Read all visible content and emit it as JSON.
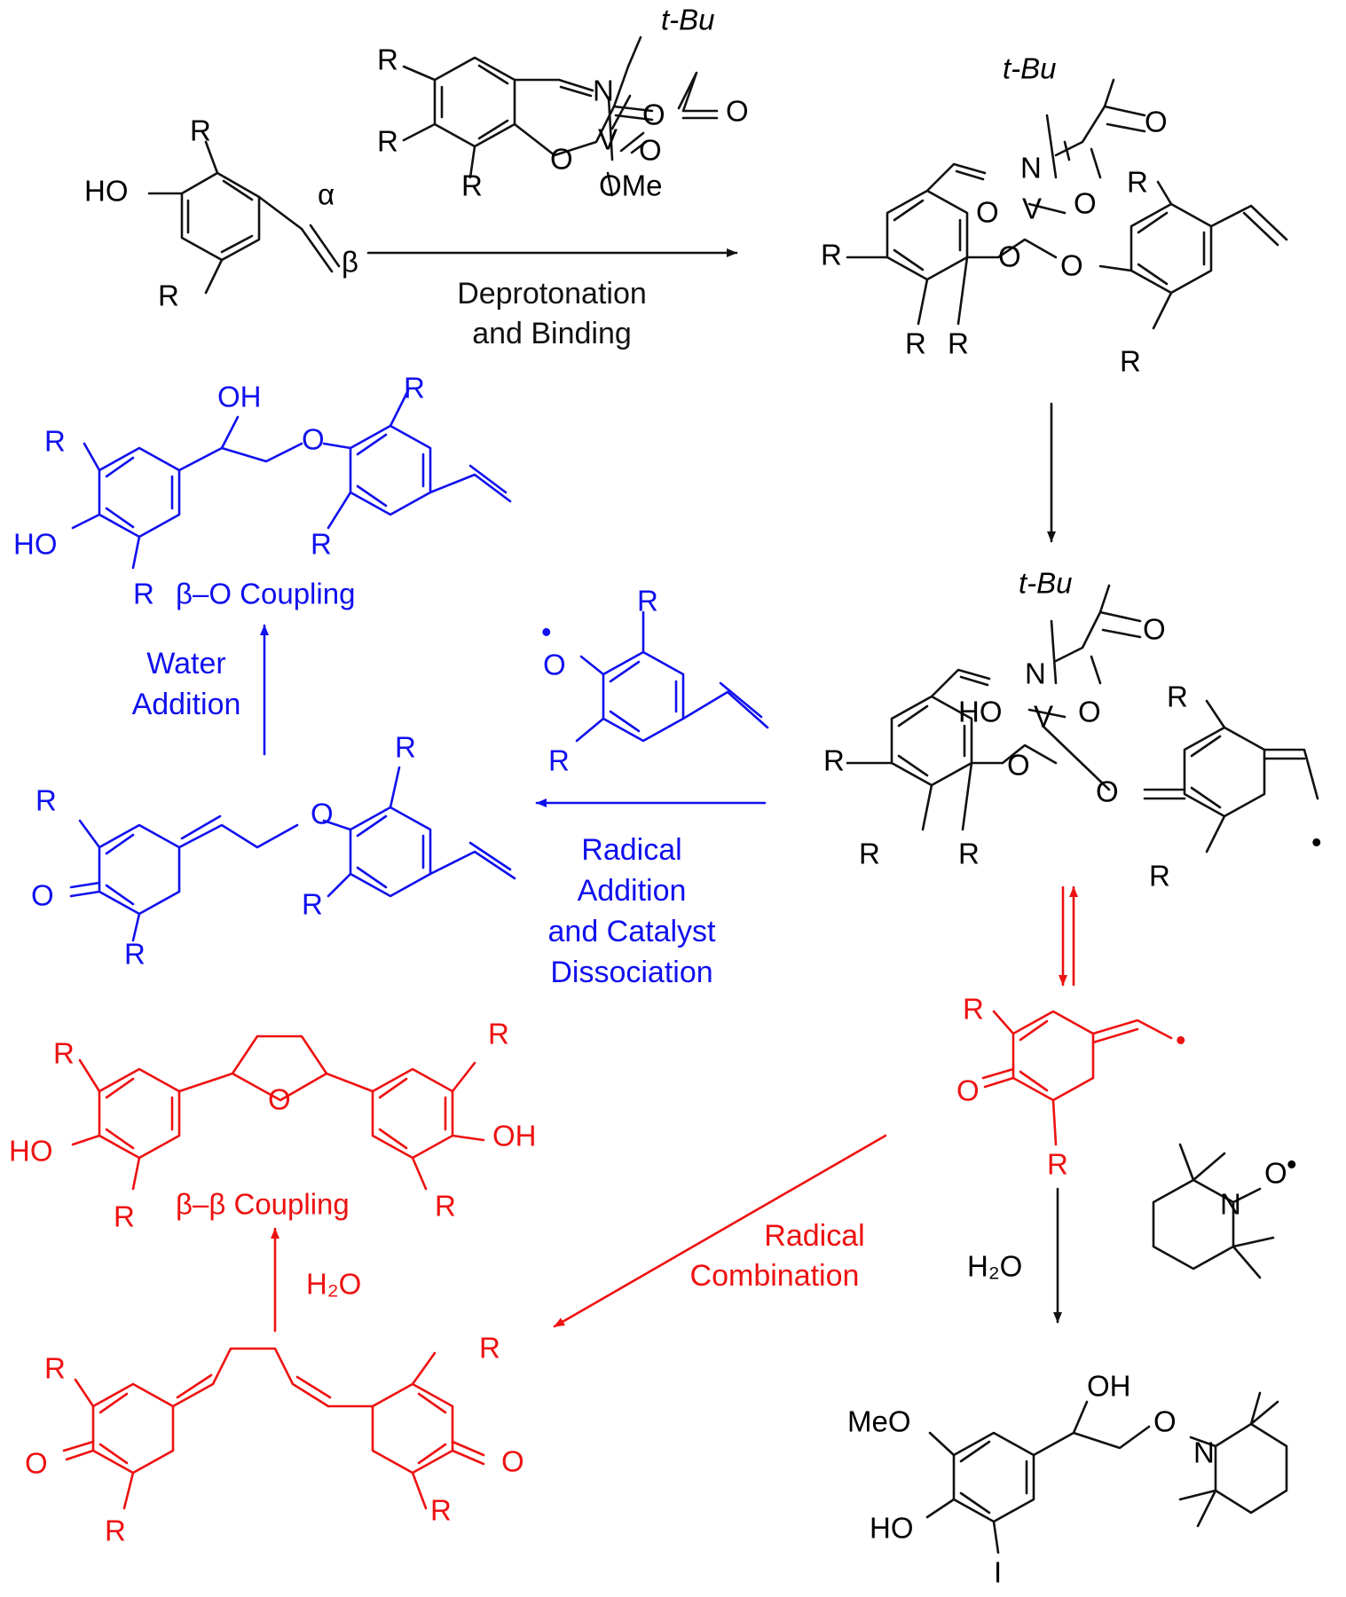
{
  "colors": {
    "black": "#111111",
    "blue": "#1010ee",
    "red": "#ee1111"
  },
  "labels": {
    "greek_alpha": "α",
    "greek_beta": "β",
    "R": "R",
    "HO": "HO",
    "OH": "OH",
    "O": "O",
    "N": "N",
    "V": "V",
    "I": "I",
    "OMe": "OMe",
    "MeO": "MeO",
    "HO_V": "HO",
    "tBu": "t-Bu",
    "radical_dot": "•"
  },
  "steps": {
    "deprotonation": [
      "Deprotonation",
      "and Binding"
    ],
    "water_addition": [
      "Water",
      "Addition"
    ],
    "radical_addition": [
      "Radical",
      "Addition",
      "and Catalyst",
      "Dissociation"
    ],
    "radical_combination": [
      "Radical",
      "Combination"
    ],
    "water_formula": "H₂O"
  },
  "products": {
    "beta_o": "β–O Coupling",
    "beta_beta": "β–β Coupling"
  }
}
